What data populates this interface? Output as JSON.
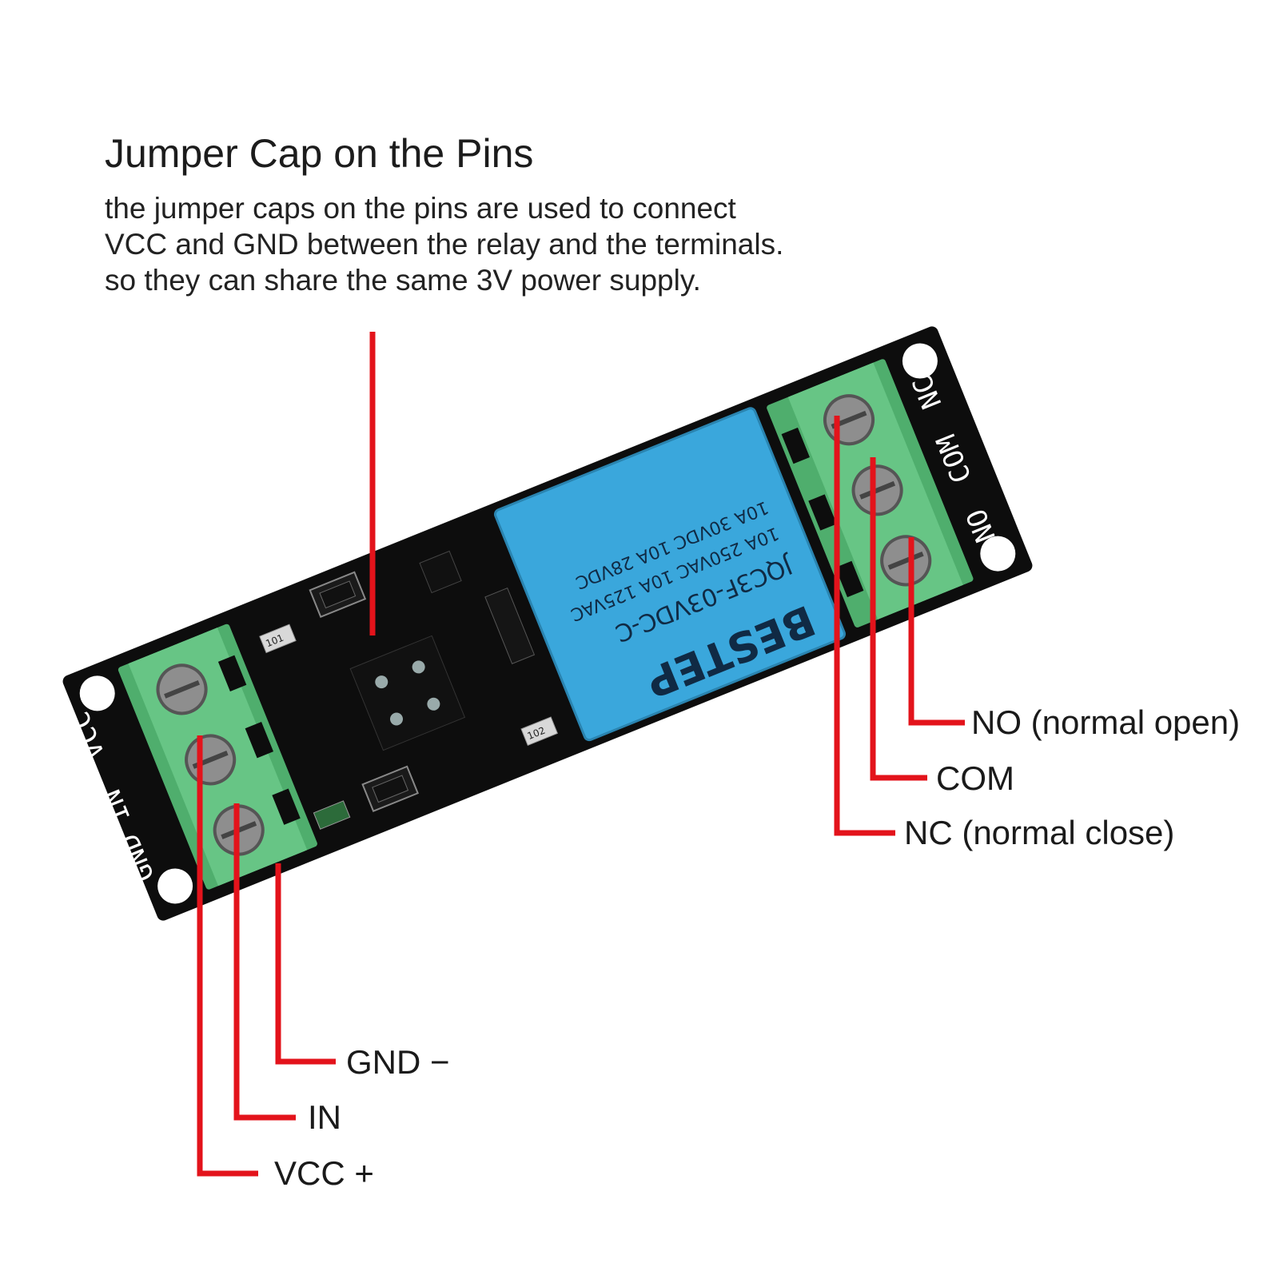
{
  "heading": {
    "title": "Jumper Cap on the Pins",
    "lines": [
      "the jumper caps on the pins are used to connect",
      "VCC and GND between the relay and the terminals.",
      "so they can share the same 3V power supply."
    ]
  },
  "callouts": {
    "no": "NO (normal open)",
    "com": "COM",
    "nc": "NC (normal close)",
    "gnd": "GND −",
    "in": "IN",
    "vcc": "VCC +"
  },
  "board": {
    "silk_left": [
      "VCC",
      "IN",
      "GND"
    ],
    "silk_right": [
      "NC",
      "COM",
      "NO"
    ],
    "relay_lines": [
      "BESTEP",
      "JQC3F-03VDC-C",
      "10A 250VAC 10A 125VAC",
      "10A 30VDC 10A 28VDC"
    ],
    "resistor_1": "101",
    "resistor_2": "102"
  },
  "colors": {
    "leader": "#e3131b",
    "pcb": "#0d0d0d",
    "terminal": "#5fbf7f",
    "relay": "#3aa7dc"
  }
}
